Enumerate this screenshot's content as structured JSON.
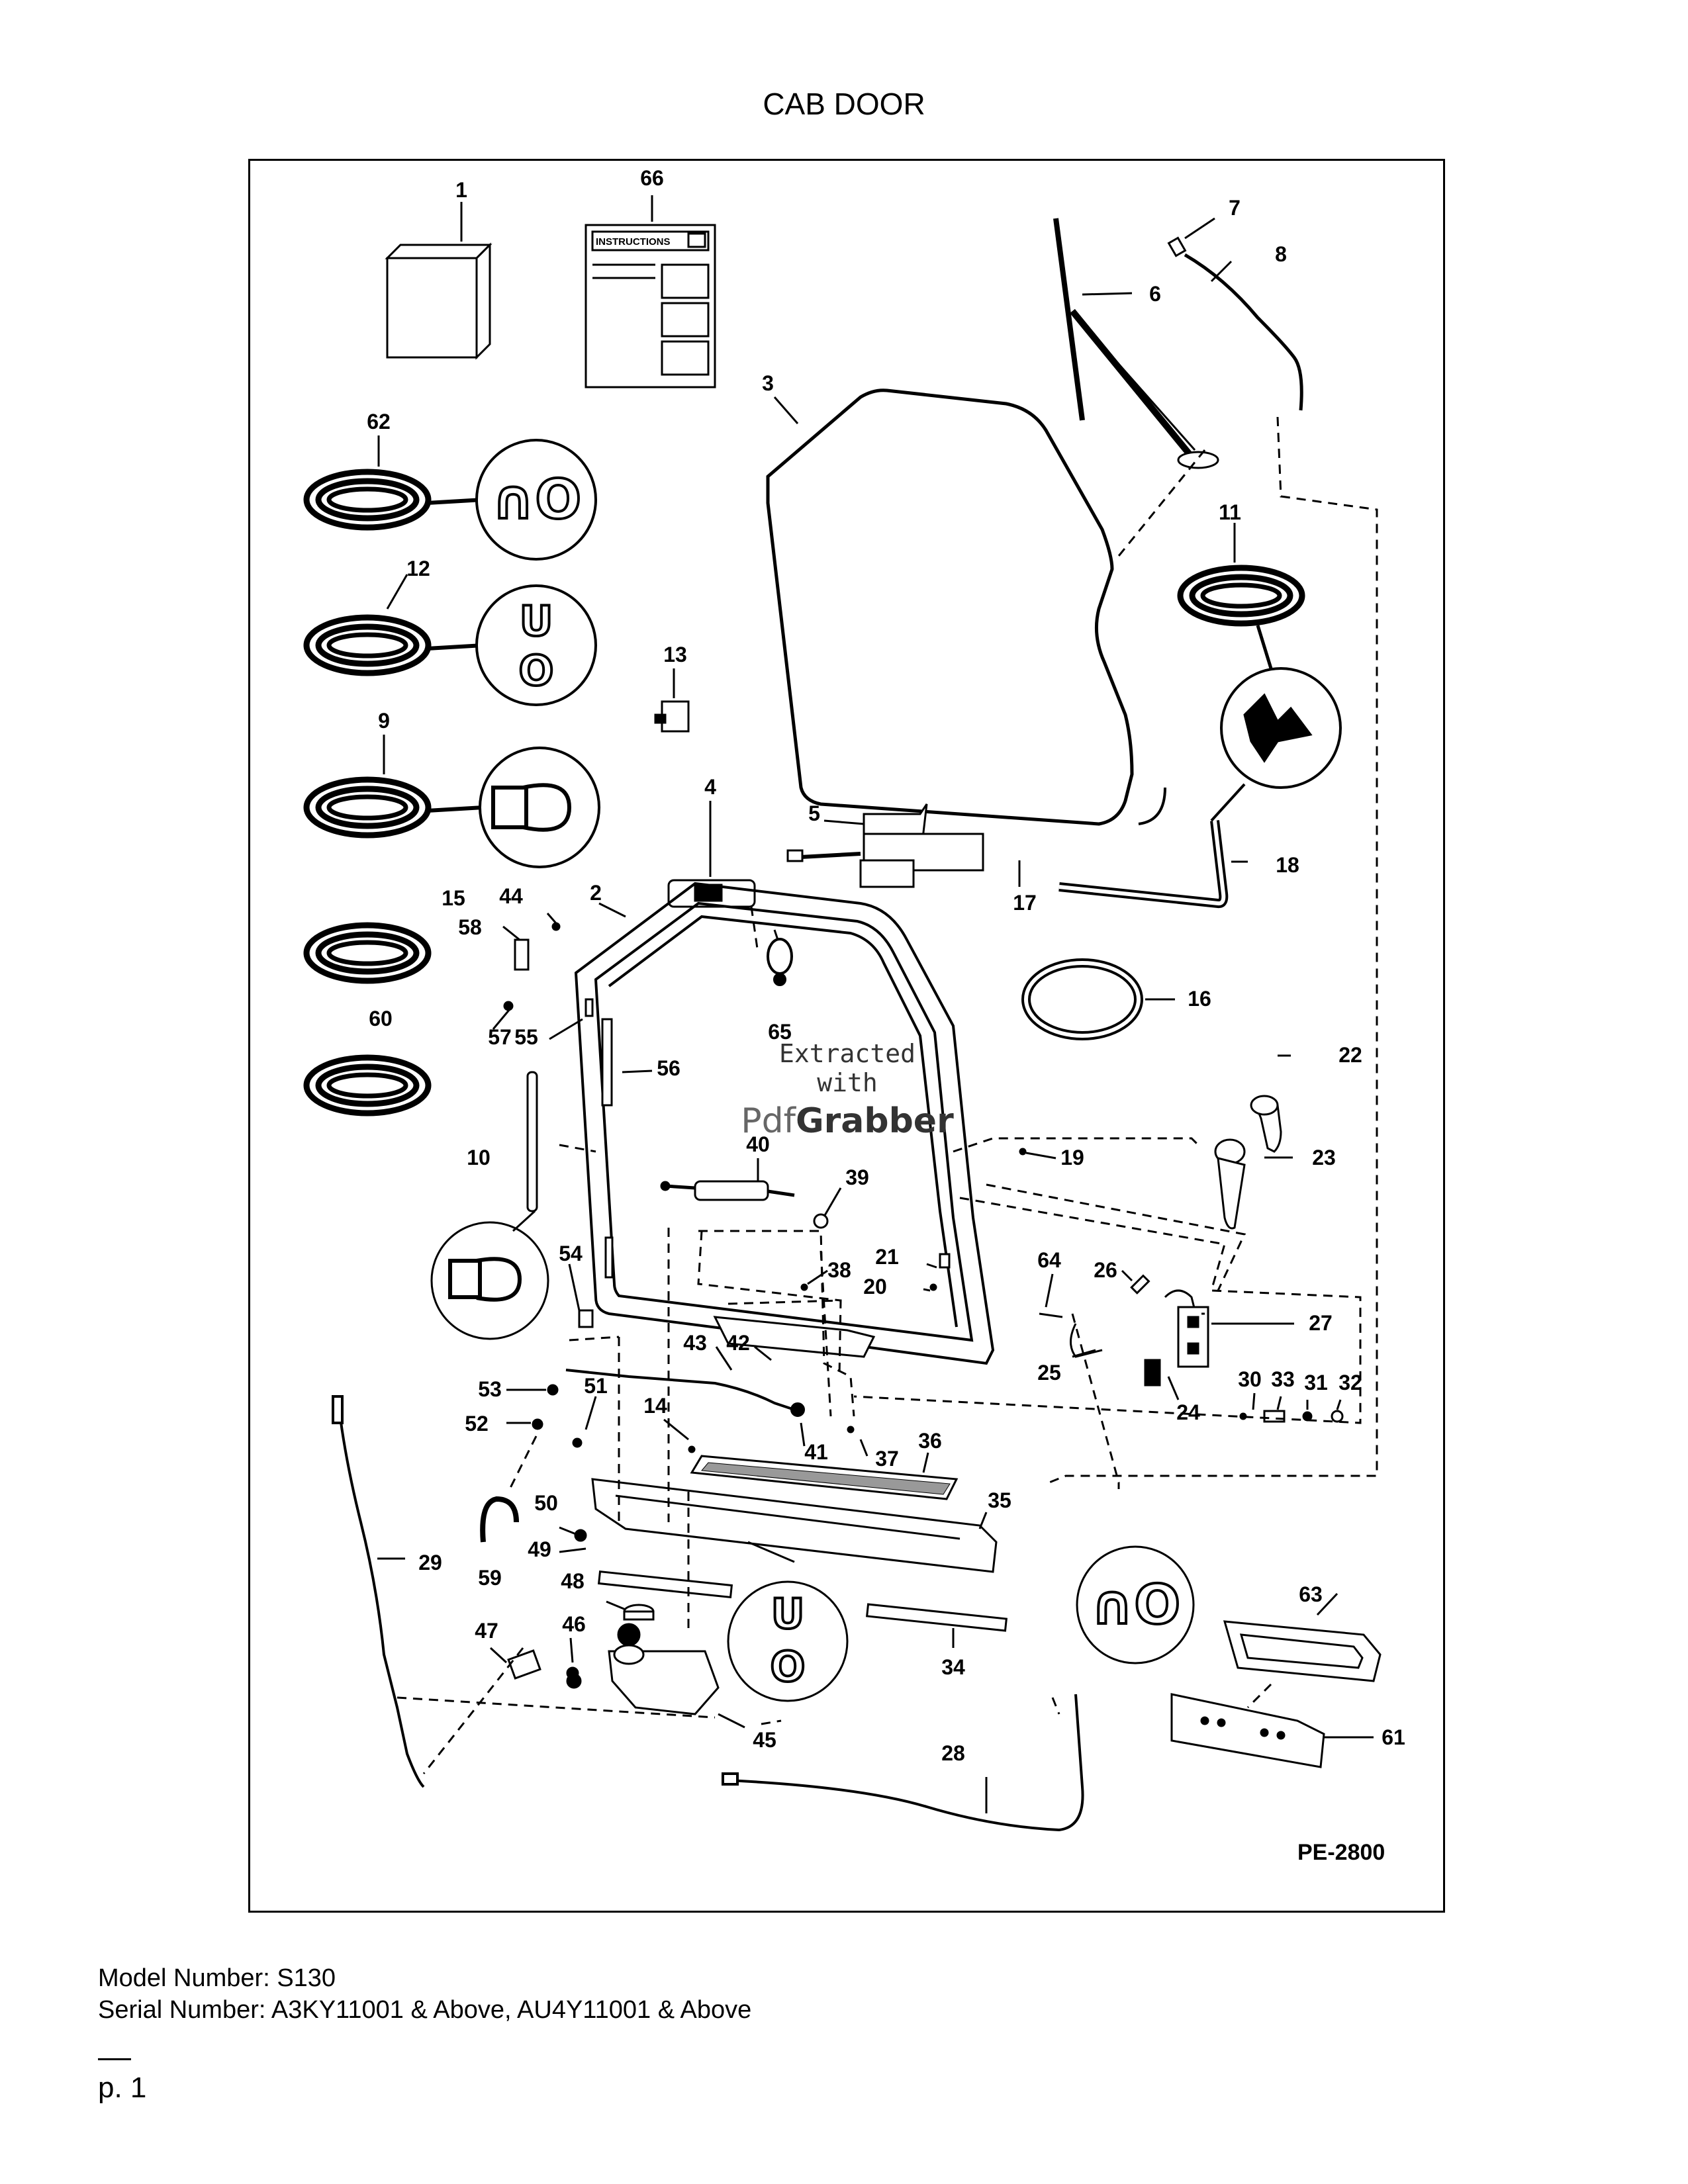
{
  "title": "CAB DOOR",
  "drawing_number": "PE-2800",
  "watermark": {
    "line1": "Extracted",
    "line2": "with",
    "brand_a": "Pdf",
    "brand_b": "Grabber"
  },
  "instructions_label": "INSTRUCTIONS",
  "model_number": "Model Number: S130",
  "serial_number": "Serial Number: A3KY11001 & Above, AU4Y11001 & Above",
  "page_label": "p. 1",
  "callouts": {
    "c1": "1",
    "c2": "2",
    "c3": "3",
    "c4": "4",
    "c5": "5",
    "c6": "6",
    "c7": "7",
    "c8": "8",
    "c9": "9",
    "c10": "10",
    "c11": "11",
    "c12": "12",
    "c13": "13",
    "c14": "14",
    "c15": "15",
    "c16": "16",
    "c17": "17",
    "c18": "18",
    "c19": "19",
    "c20": "20",
    "c21": "21",
    "c22": "22",
    "c23": "23",
    "c24": "24",
    "c25": "25",
    "c26": "26",
    "c27": "27",
    "c28": "28",
    "c29": "29",
    "c30": "30",
    "c31": "31",
    "c32": "32",
    "c33": "33",
    "c34": "34",
    "c35": "35",
    "c36": "36",
    "c37": "37",
    "c38": "38",
    "c39": "39",
    "c40": "40",
    "c41": "41",
    "c42": "42",
    "c43": "43",
    "c44": "44",
    "c45": "45",
    "c46": "46",
    "c47": "47",
    "c48": "48",
    "c49": "49",
    "c50": "50",
    "c51": "51",
    "c52": "52",
    "c53": "53",
    "c54": "54",
    "c55": "55",
    "c56": "56",
    "c57": "57",
    "c58": "58",
    "c59": "59",
    "c60": "60",
    "c61": "61",
    "c62": "62",
    "c63": "63",
    "c64": "64",
    "c65": "65",
    "c66": "66"
  }
}
